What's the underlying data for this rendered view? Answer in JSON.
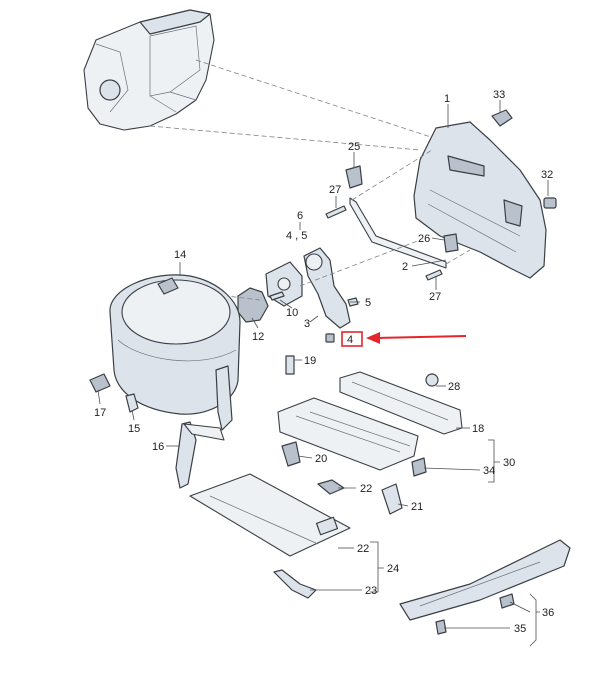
{
  "labels": {
    "p1": "1",
    "p2": "2",
    "p3": "3",
    "p4": "4",
    "p45": "4 , 5",
    "p5": "5",
    "p6": "6",
    "p10": "10",
    "p12": "12",
    "p14": "14",
    "p15": "15",
    "p16": "16",
    "p17": "17",
    "p18": "18",
    "p19": "19",
    "p20": "20",
    "p21": "21",
    "p22a": "22",
    "p22b": "22",
    "p23": "23",
    "p24": "24",
    "p25": "25",
    "p26": "26",
    "p27a": "27",
    "p27b": "27",
    "p28": "28",
    "p30": "30",
    "p32": "32",
    "p33": "33",
    "p34": "34",
    "p35": "35",
    "p36": "36"
  },
  "highlight": {
    "color": "#e3262b"
  }
}
